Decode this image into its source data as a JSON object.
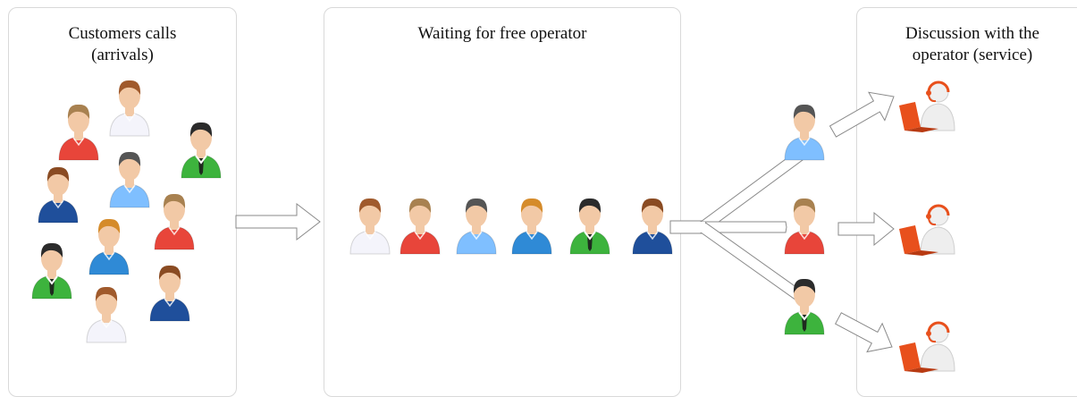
{
  "panels": {
    "arrivals": {
      "title_line1": "Customers calls",
      "title_line2": "(arrivals)"
    },
    "queue": {
      "title": "Waiting for free operator"
    },
    "service": {
      "title_line1": "Discussion with the",
      "title_line2": "operator (service)"
    }
  },
  "colors": {
    "panel_border": "#d9d9d9",
    "arrow_stroke": "#8a8a8a",
    "skin": "#f2c9a6",
    "headset_orange": "#e8501c"
  },
  "icons": {
    "customer": "person-icon",
    "operator": "operator-with-headset-icon",
    "arrow": "hollow-arrow-icon"
  },
  "arrivals_people": [
    {
      "shirt": "#f4f4fb",
      "hair": "#a05a2c",
      "tie": false
    },
    {
      "shirt": "#e8453a",
      "hair": "#a88150",
      "tie": false
    },
    {
      "shirt": "#3db33d",
      "hair": "#2b2b2b",
      "tie": true
    },
    {
      "shirt": "#7fbfff",
      "hair": "#555555",
      "tie": false
    },
    {
      "shirt": "#1f4f9b",
      "hair": "#8a4b22",
      "tie": false
    },
    {
      "shirt": "#e8453a",
      "hair": "#a88150",
      "tie": false
    },
    {
      "shirt": "#2f8ad6",
      "hair": "#d58b2a",
      "tie": false
    },
    {
      "shirt": "#3db33d",
      "hair": "#2b2b2b",
      "tie": true
    },
    {
      "shirt": "#1f4f9b",
      "hair": "#8a4b22",
      "tie": false
    },
    {
      "shirt": "#f4f4fb",
      "hair": "#a05a2c",
      "tie": false
    }
  ],
  "queue_people": [
    {
      "shirt": "#f4f4fb",
      "hair": "#a05a2c",
      "tie": false
    },
    {
      "shirt": "#e8453a",
      "hair": "#a88150",
      "tie": false
    },
    {
      "shirt": "#7fbfff",
      "hair": "#555555",
      "tie": false
    },
    {
      "shirt": "#2f8ad6",
      "hair": "#d58b2a",
      "tie": false
    },
    {
      "shirt": "#3db33d",
      "hair": "#2b2b2b",
      "tie": true
    },
    {
      "shirt": "#1f4f9b",
      "hair": "#8a4b22",
      "tie": false
    }
  ],
  "service_people": [
    {
      "shirt": "#7fbfff",
      "hair": "#555555",
      "tie": false
    },
    {
      "shirt": "#e8453a",
      "hair": "#a88150",
      "tie": false
    },
    {
      "shirt": "#3db33d",
      "hair": "#2b2b2b",
      "tie": true
    }
  ],
  "operators_count": 3
}
